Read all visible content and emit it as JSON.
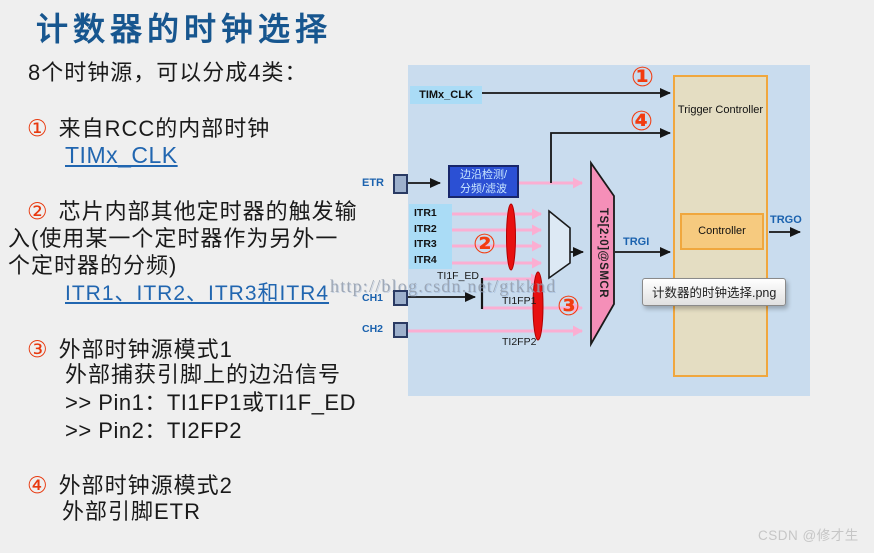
{
  "title": "计数器的时钟选择",
  "intro": "8个时钟源，可以分成4类：",
  "item1": {
    "num": "①",
    "text": "来自RCC的内部时钟",
    "link": "TIMx_CLK"
  },
  "item2": {
    "num": "②",
    "line1": "芯片内部其他定时器的触发输",
    "line2": "入(使用某一个定时器作为另外一",
    "line3": "个定时器的分频)",
    "link": "ITR1、ITR2、ITR3和ITR4"
  },
  "item3": {
    "num": "③",
    "line1": "外部时钟源模式1",
    "line2": "外部捕获引脚上的边沿信号",
    "line3": ">> Pin1：TI1FP1或TI1F_ED",
    "line4": ">> Pin2：TI2FP2"
  },
  "item4": {
    "num": "④",
    "line1": "外部时钟源模式2",
    "line2": "外部引脚ETR"
  },
  "diagram": {
    "timx_clk": "TIMx_CLK",
    "etr": "ETR",
    "edge_line1": "边沿检测/",
    "edge_line2": "分频/滤波",
    "itr": [
      "ITR1",
      "ITR2",
      "ITR3",
      "ITR4"
    ],
    "ti1f_ed": "TI1F_ED",
    "ch1": "CH1",
    "ch2": "CH2",
    "ti1fp1": "TI1FP1",
    "ti2fp2": "TI2FP2",
    "ts_mux": "TS[2:0]@SMCR",
    "trgi": "TRGI",
    "trgo": "TRGO",
    "trigger_controller": "Trigger Controller",
    "controller": "Controller",
    "badge1": "①",
    "badge2": "②",
    "badge3": "③",
    "badge4": "④",
    "tooltip": "计数器的时钟选择.png",
    "watermark": "http://blog.csdn.net/gtkknd"
  },
  "footer": {
    "credit": "CSDN @修才生"
  },
  "colors": {
    "title_blue": "#17568f",
    "link_blue": "#2166b0",
    "badge_red": "#f23c10",
    "panel_blue": "#c9dcee",
    "label_box_blue": "#aadcf6",
    "edge_box_blue": "#2b50d4",
    "trigger_tan": "#e4ddc2",
    "controller_orange": "#f6ca7f",
    "pink_line": "#fbaed2",
    "mux_pink": "#f58fb8",
    "signal_blue": "#1b62ae",
    "ellipse_red": "#e81010"
  }
}
